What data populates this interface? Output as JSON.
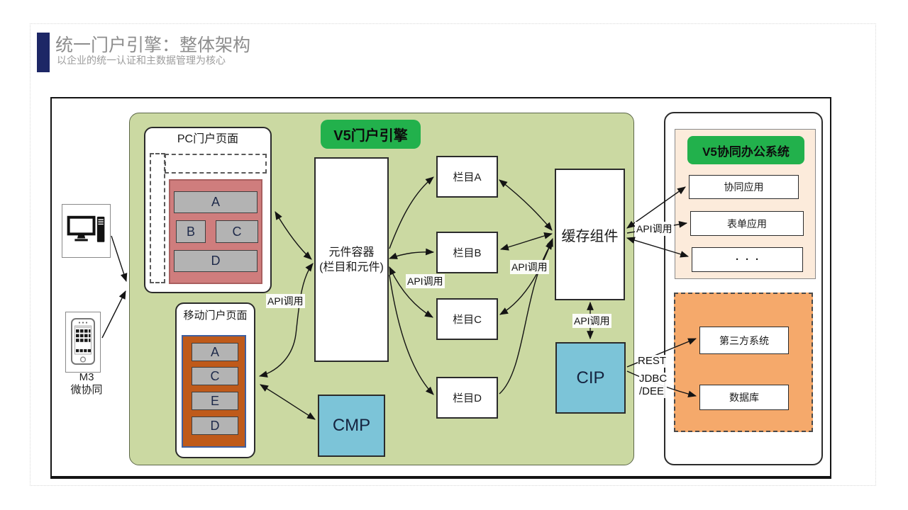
{
  "header": {
    "title": "统一门户引擎：整体架构",
    "subtitle": "以企业的统一认证和主数据管理为核心"
  },
  "clients": {
    "m3_line1": "M3",
    "m3_line2": "微协同"
  },
  "engine": {
    "badge": "V5门户引擎",
    "pc_portal": {
      "title": "PC门户页面",
      "blocks": [
        "A",
        "B",
        "C",
        "D"
      ]
    },
    "mobile_portal": {
      "title": "移动门户页面",
      "blocks": [
        "A",
        "C",
        "E",
        "D"
      ]
    },
    "container": {
      "line1": "元件容器",
      "line2": "(栏目和元件)"
    },
    "columns": [
      "栏目A",
      "栏目B",
      "栏目C",
      "栏目D"
    ],
    "cache": "缓存组件",
    "cmp": "CMP",
    "cip": "CIP"
  },
  "office": {
    "badge": "V5协同办公系统",
    "apps": [
      "协同应用",
      "表单应用",
      "···"
    ],
    "external": [
      "第三方系统",
      "数据库"
    ]
  },
  "labels": {
    "api_call": "API调用",
    "rest": "REST",
    "jdbc": "JDBC",
    "dee": "/DEE"
  },
  "colors": {
    "accent_navy": "#1d2766",
    "engine_green_bg": "#cbd9a2",
    "badge_green": "#22b14c",
    "pc_grid_pink": "#cf7d7d",
    "mobile_grid_orange": "#bf5a1a",
    "block_gray": "#b3b3b3",
    "component_blue": "#7cc4d8",
    "office_peach": "#fcebdb",
    "external_orange": "#f5a96b"
  }
}
